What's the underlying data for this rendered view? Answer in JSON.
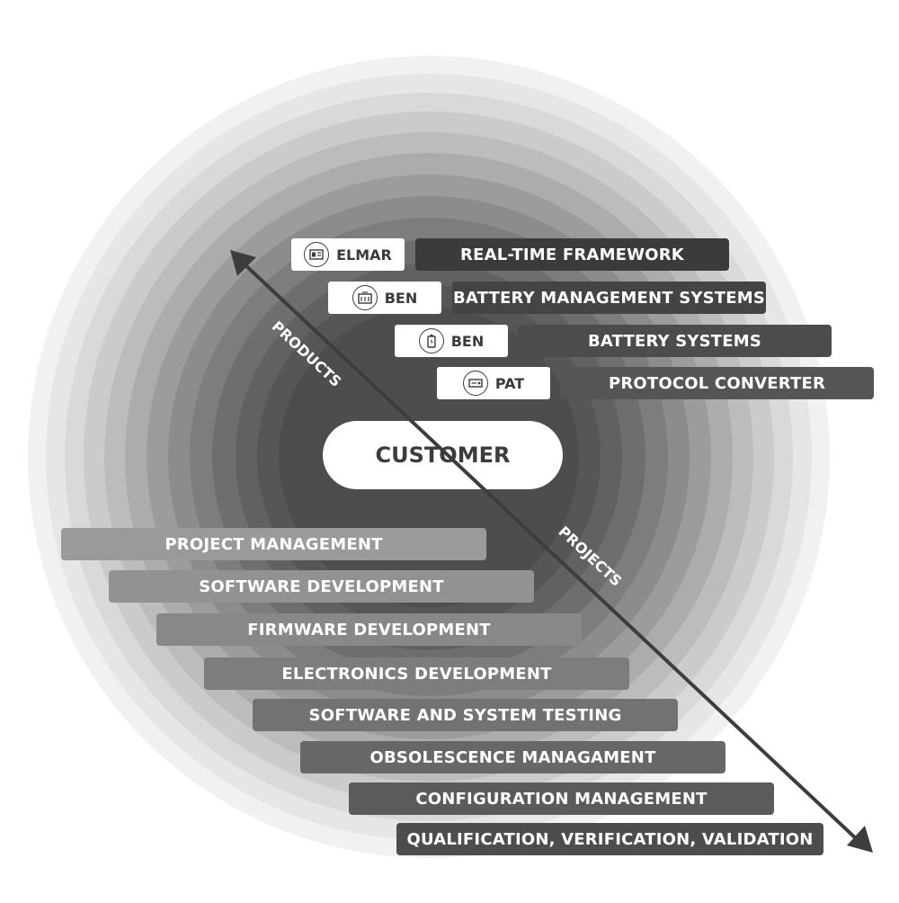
{
  "center": {
    "label": "CUSTOMER"
  },
  "axes": {
    "products_label": "PRODUCTS",
    "projects_label": "PROJECTS"
  },
  "products": [
    {
      "tag": "ELMAR",
      "icon": "module-icon",
      "label": "REAL-TIME FRAMEWORK",
      "color": "#3b3b3b"
    },
    {
      "tag": "BEN",
      "icon": "bms-board-icon",
      "label": "BATTERY MANAGEMENT SYSTEMS",
      "color": "#444444"
    },
    {
      "tag": "BEN",
      "icon": "battery-icon",
      "label": "BATTERY SYSTEMS",
      "color": "#4c4c4c"
    },
    {
      "tag": "PAT",
      "icon": "protocol-converter-icon",
      "label": "PROTOCOL CONVERTER",
      "color": "#555555"
    }
  ],
  "services": [
    {
      "label": "PROJECT MANAGEMENT",
      "color": "#9a9a9a"
    },
    {
      "label": "SOFTWARE DEVELOPMENT",
      "color": "#929292"
    },
    {
      "label": "FIRMWARE DEVELOPMENT",
      "color": "#888888"
    },
    {
      "label": "ELECTRONICS DEVELOPMENT",
      "color": "#7d7d7d"
    },
    {
      "label": "SOFTWARE AND SYSTEM TESTING",
      "color": "#727272"
    },
    {
      "label": "OBSOLESCENCE MANAGAMENT",
      "color": "#676767"
    },
    {
      "label": "CONFIGURATION MANAGEMENT",
      "color": "#5b5b5b"
    },
    {
      "label": "QUALIFICATION, VERIFICATION, VALIDATION",
      "color": "#4d4d4d"
    }
  ],
  "ring_colors": [
    "#f1f1f1",
    "#e6e6e6",
    "#d9d9d9",
    "#cbcbcb",
    "#bcbcbc",
    "#acacac",
    "#9c9c9c",
    "#8c8c8c",
    "#7d7d7d",
    "#6e6e6e",
    "#616161",
    "#565656",
    "#4d4d4d"
  ]
}
